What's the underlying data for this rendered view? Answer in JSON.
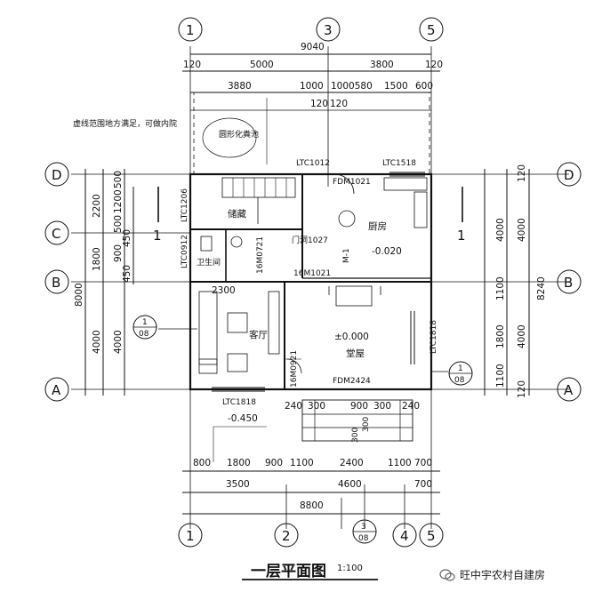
{
  "title": "一层平面图",
  "scale": "1:100",
  "watermark": "旺中宇农村自建房",
  "note": "虚线范围地方满足，可做内院",
  "axes": {
    "top": [
      "1",
      "3",
      "5"
    ],
    "bottom": [
      "1",
      "2",
      "3",
      "4",
      "5"
    ],
    "left": [
      "D",
      "C",
      "B",
      "A"
    ],
    "right": [
      "D",
      "B",
      "A"
    ],
    "section_sub": "08"
  },
  "rooms": {
    "storage": "储藏",
    "kitchen": "厨房",
    "toilet": "卫生间",
    "living": "客厅",
    "hall": "堂屋",
    "court": "圆形化粪池"
  },
  "openings": {
    "ltc1012": "LTC1012",
    "ltc1518": "LTC1518",
    "fdm1021": "FDM1021",
    "ltc1206": "LTC1206",
    "mendong": "门洞1027",
    "ltc0912": "LTC0912",
    "m0721": "16M0721",
    "m1021": "16M1021",
    "m0921": "16M0921",
    "ltc1818r": "LTC1818",
    "ltc1818b": "LTC1818",
    "fdm2424": "FDM2424",
    "dwm": "M-1"
  },
  "levels": {
    "kitchen": "-0.020",
    "hall": "±0.000",
    "outside": "-0.450"
  },
  "dims_top": {
    "total": "9040",
    "a": "120",
    "b": "5000",
    "c": "3800",
    "d": "120",
    "e": "3880",
    "f": "1000",
    "g": "1000580",
    "h": "1500",
    "i": "600",
    "j": "120",
    "k": "120"
  },
  "dims_left": {
    "a": "2200",
    "b": "1200",
    "c": "500",
    "d": "500",
    "e": "450",
    "f": "1800",
    "g": "900",
    "h": "450",
    "i": "8000",
    "j": "4000",
    "k": "4000"
  },
  "dims_right": {
    "a": "120",
    "b": "4000",
    "c": "4000",
    "d": "8240",
    "e": "1100",
    "f": "1800",
    "g": "4000",
    "h": "1100",
    "i": "120"
  },
  "dims_interior": {
    "w2300": "2300",
    "s240a": "240",
    "s300a": "300",
    "s900": "900",
    "s300b": "300",
    "s240b": "240",
    "s300c": "300",
    "s300d": "300"
  },
  "dims_bottom": {
    "a": "800",
    "b": "1800",
    "c": "900",
    "d": "1100",
    "e": "2400",
    "f": "1100",
    "g": "700",
    "h": "3500",
    "i": "4600",
    "j": "700",
    "total": "8800"
  },
  "markers": {
    "cut1": "1",
    "cut2": "1"
  }
}
